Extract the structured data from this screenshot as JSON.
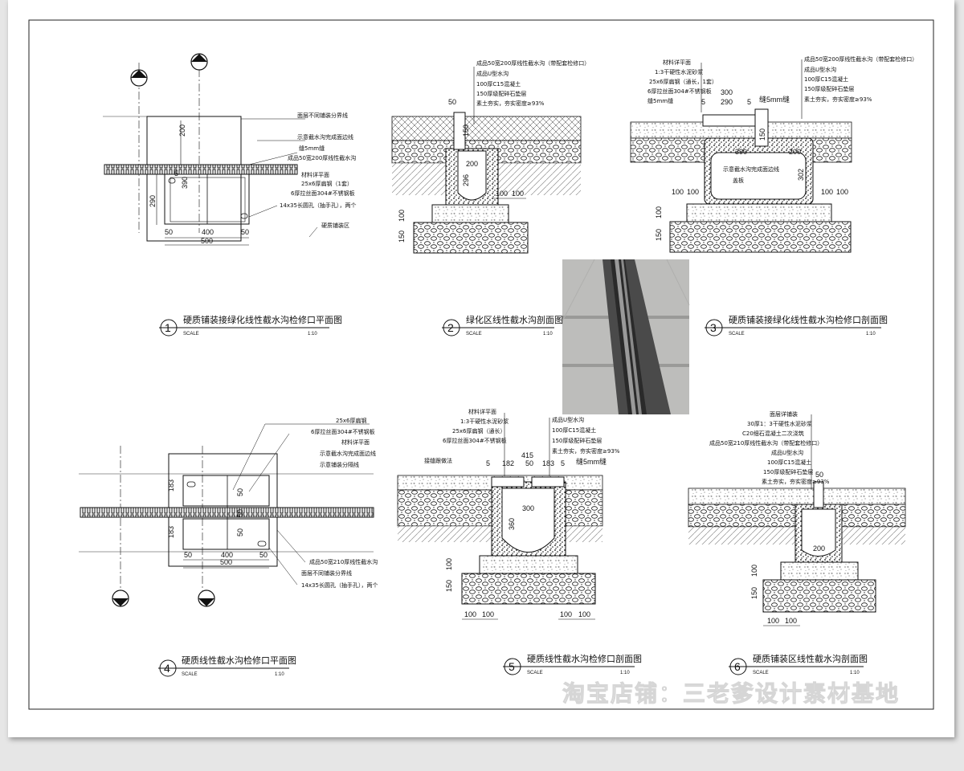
{
  "watermark": "淘宝店铺：三老爹设计素材基地",
  "scale_label": "SCALE",
  "scale_value": "1:10",
  "titles": [
    {
      "no": "1",
      "text": "硬质铺装接绿化线性截水沟检修口平面图"
    },
    {
      "no": "2",
      "text": "绿化区线性截水沟剖面图"
    },
    {
      "no": "3",
      "text": "硬质铺装接绿化线性截水沟检修口剖面图"
    },
    {
      "no": "4",
      "text": "硬质线性截水沟检修口平面图"
    },
    {
      "no": "5",
      "text": "硬质线性截水沟检修口剖面图"
    },
    {
      "no": "6",
      "text": "硬质铺装区线性截水沟剖面图"
    }
  ],
  "d1": {
    "notes": [
      "面层不同铺装分界线",
      "示意截水沟完成面边线",
      "缝5mm缝",
      "成品50宽200厚线性截水沟",
      "材料详平面",
      "25x6厚扁钢（1套）",
      "6厚拉丝面304#不锈钢板",
      "14x35长圆孔（抽手孔），两个",
      "硬质铺装区"
    ],
    "dims": [
      "200",
      "390",
      "290",
      "50",
      "400",
      "50",
      "500",
      "5"
    ]
  },
  "d2": {
    "notes": [
      "成品50宽200厚线性截水沟（带配套检修口）",
      "成品U型水沟",
      "100厚C15混凝土",
      "150厚级配碎石垫层",
      "素土夯实，夯实密度≥93%"
    ],
    "dims": [
      "50",
      "150",
      "200",
      "296",
      "100",
      "100",
      "100",
      "150"
    ]
  },
  "d3": {
    "notes_left": [
      "材料详平面",
      "1:3干硬性水泥砂浆",
      "25x6厚扁钢（通长，1套）",
      "6厚拉丝面304#不锈钢板",
      "缝5mm缝"
    ],
    "notes_right": [
      "成品50宽200厚线性截水沟（带配套检修口）",
      "成品U型水沟",
      "100厚C15混凝土",
      "150厚级配碎石垫层",
      "素土夯实，夯实密度≥93%"
    ],
    "dims": [
      "300",
      "290",
      "5",
      "5",
      "缝5mm缝",
      "390",
      "200",
      "150",
      "302",
      "100",
      "100",
      "100",
      "100",
      "100",
      "150"
    ],
    "inner": [
      "示意截水沟完成面边线",
      "盖板"
    ]
  },
  "d4": {
    "notes_top": [
      "25x6厚扁钢",
      "6厚拉丝面304#不锈钢板",
      "材料详平面",
      "示意截水沟完成面边线",
      "示意铺装分隔线"
    ],
    "notes_bottom": [
      "成品50宽210厚线性截水沟",
      "面层不同铺装分界线",
      "14x35长圆孔（抽手孔），两个"
    ],
    "dims": [
      "183",
      "183",
      "50",
      "50",
      "50",
      "50",
      "400",
      "50",
      "500"
    ]
  },
  "d5": {
    "notes_left": [
      "材料详平面",
      "1:3干硬性水泥砂浆",
      "25x6厚扁钢（通长）",
      "6厚拉丝面304#不锈钢板"
    ],
    "notes_right": [
      "成品U型水沟",
      "100厚C15混凝土",
      "150厚级配碎石垫层",
      "素土夯实，夯实密度≥93%"
    ],
    "side": "接缝跟做法",
    "dims": [
      "415",
      "5",
      "182",
      "50",
      "183",
      "5",
      "缝5mm缝",
      "300",
      "360",
      "100",
      "150",
      "100",
      "100",
      "100",
      "100"
    ]
  },
  "d6": {
    "notes": [
      "面层详铺装",
      "30厚1：3干硬性水泥砂浆",
      "C20细石混凝土二次浇筑",
      "成品50宽210厚线性截水沟（带配套检修口）",
      "成品U型水沟",
      "100厚C15混凝土",
      "150厚级配碎石垫层",
      "素土夯实，夯实密度≥93%"
    ],
    "dims": [
      "50",
      "200",
      "100",
      "150",
      "100",
      "100"
    ]
  },
  "photo": {
    "caption": ""
  }
}
